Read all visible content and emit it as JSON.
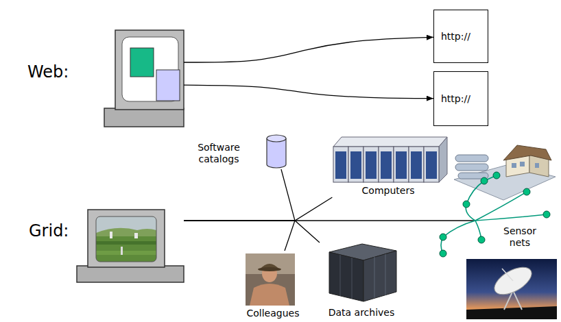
{
  "diagram": {
    "nodes": [
      {
        "text": [
          "Web:"
        ]
      },
      {
        "text": [
          "http://"
        ]
      },
      {
        "text": [
          "http://"
        ]
      },
      {
        "text": [
          "Grid:"
        ]
      },
      {
        "text": [
          "Software catalogs"
        ]
      },
      {
        "text": [
          "Computers"
        ]
      },
      {
        "text": [
          "Sensor nets"
        ]
      },
      {
        "text": [
          "Colleagues"
        ]
      },
      {
        "text": [
          "Data archives"
        ]
      }
    ],
    "edges": [
      {
        "from": 0,
        "to": 1,
        "arrow": "to"
      },
      {
        "from": 0,
        "to": 2,
        "arrow": "to"
      },
      {
        "from": 3,
        "to": 4,
        "arrow": "none"
      },
      {
        "from": 3,
        "to": 5,
        "arrow": "none"
      },
      {
        "from": 3,
        "to": 6,
        "arrow": "none"
      },
      {
        "from": 3,
        "to": 7,
        "arrow": "none"
      },
      {
        "from": 3,
        "to": 8,
        "arrow": "none"
      }
    ]
  }
}
